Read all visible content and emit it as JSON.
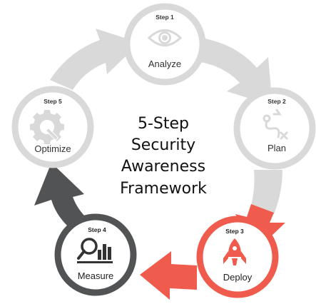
{
  "title": {
    "line1": "5-Step",
    "line2": "Security",
    "line3": "Awareness",
    "line4": "Framework"
  },
  "steps": [
    {
      "label": "Step 1",
      "name": "Analyze",
      "icon": "eye-icon",
      "state": "default"
    },
    {
      "label": "Step 2",
      "name": "Plan",
      "icon": "route-plan-icon",
      "state": "default"
    },
    {
      "label": "Step 3",
      "name": "Deploy",
      "icon": "rocket-icon",
      "state": "active-red"
    },
    {
      "label": "Step 4",
      "name": "Measure",
      "icon": "chart-magnifier-icon",
      "state": "active-dark"
    },
    {
      "label": "Step 5",
      "name": "Optimize",
      "icon": "gear-wrench-icon",
      "state": "default"
    }
  ],
  "colors": {
    "inactive": "#d9d9d9",
    "inactive_text": "#333333",
    "accent_red": "#ef5b4c",
    "dark": "#525354",
    "title": "#111111"
  }
}
